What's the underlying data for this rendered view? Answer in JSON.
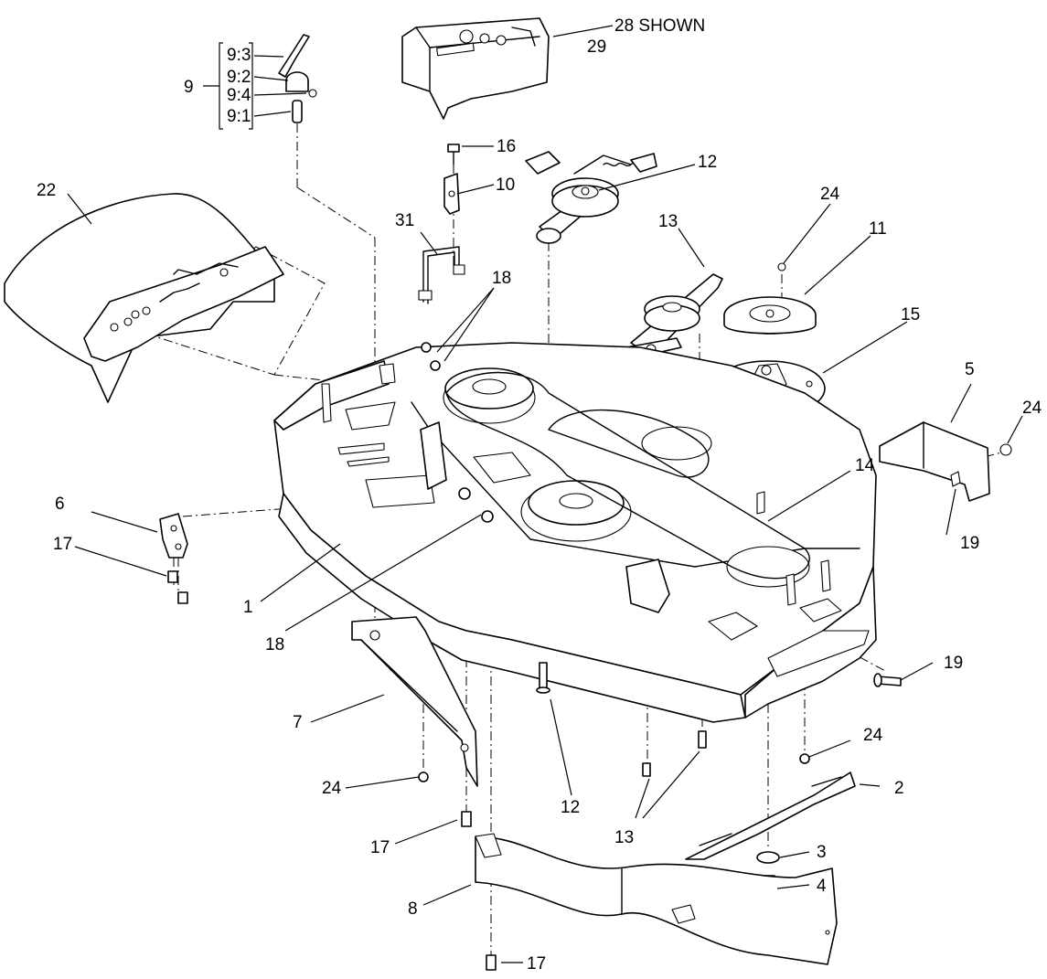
{
  "callouts": {
    "c1": "1",
    "c2": "2",
    "c3": "3",
    "c4": "4",
    "c5": "5",
    "c6": "6",
    "c7": "7",
    "c8": "8",
    "c9": "9",
    "c9_1": "9:1",
    "c9_2": "9:2",
    "c9_3": "9:3",
    "c9_4": "9:4",
    "c10": "10",
    "c11": "11",
    "c12a": "12",
    "c12b": "12",
    "c13a": "13",
    "c13b": "13",
    "c14": "14",
    "c15": "15",
    "c16": "16",
    "c17a": "17",
    "c17b": "17",
    "c17c": "17",
    "c18a": "18",
    "c18b": "18",
    "c19a": "19",
    "c19b": "19",
    "c22": "22",
    "c24a": "24",
    "c24b": "24",
    "c24c": "24",
    "c24d": "24",
    "c28": "28 SHOWN",
    "c29": "29",
    "c31": "31"
  }
}
